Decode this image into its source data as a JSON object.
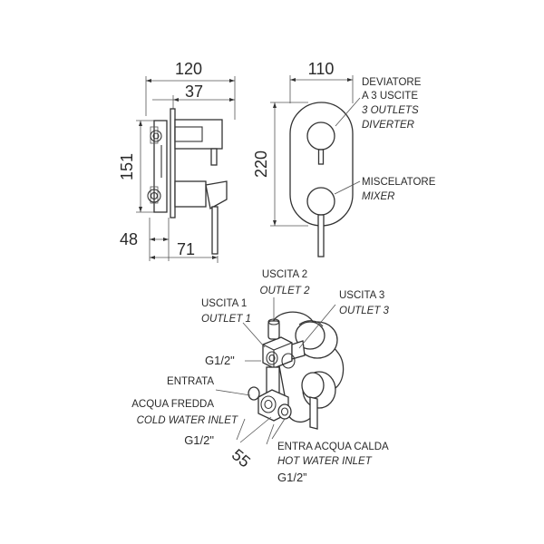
{
  "dimensions": {
    "side_total_width": "120",
    "side_plate_depth": "37",
    "side_height": "151",
    "side_depth_left": "48",
    "side_depth_right": "71",
    "front_width": "110",
    "front_height": "220",
    "iso_dimension": "55"
  },
  "labels": {
    "diverter_it_1": "DEVIATORE",
    "diverter_it_2": "A 3 USCITE",
    "diverter_en_1": "3 OUTLETS",
    "diverter_en_2": "DIVERTER",
    "mixer_it": "MISCELATORE",
    "mixer_en": "MIXER",
    "outlet2_it": "USCITA 2",
    "outlet2_en": "OUTLET 2",
    "outlet1_it": "USCITA 1",
    "outlet1_en": "OUTLET 1",
    "outlet3_it": "USCITA 3",
    "outlet3_en": "OUTLET 3",
    "thread_outlet": "G1/2\"",
    "cold_it_1": "ENTRATA",
    "cold_it_2": "ACQUA FREDDA",
    "cold_en": "COLD WATER INLET",
    "thread_cold": "G1/2\"",
    "hot_it": "ENTRA ACQUA CALDA",
    "hot_en": "HOT WATER INLET",
    "thread_hot": "G1/2”"
  }
}
